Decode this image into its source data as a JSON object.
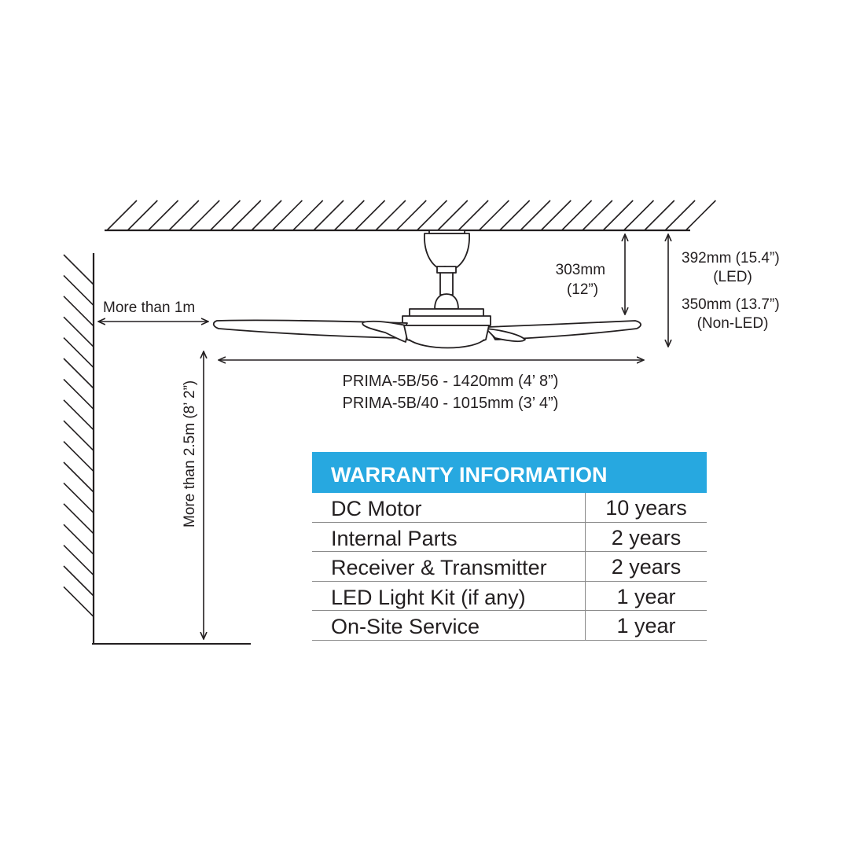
{
  "diagram": {
    "wall_clearance": "More than 1m",
    "floor_clearance": "More than 2.5m (8’ 2”)",
    "downrod_height": {
      "line1": "303mm",
      "line2": "(12”)"
    },
    "overall_height_led": {
      "line1": "392mm (15.4”)",
      "line2": "(LED)"
    },
    "overall_height_non_led": {
      "line1": "350mm (13.7”)",
      "line2": "(Non-LED)"
    },
    "sweep": [
      "PRIMA-5B/56 - 1420mm (4’ 8”)",
      "PRIMA-5B/40 - 1015mm (3’ 4”)"
    ],
    "line_color": "#231f20"
  },
  "warranty": {
    "title": "WARRANTY INFORMATION",
    "header_color": "#27a8e0",
    "rows": [
      {
        "item": "DC Motor",
        "period": "10 years"
      },
      {
        "item": "Internal Parts",
        "period": "2 years"
      },
      {
        "item": "Receiver & Transmitter",
        "period": "2 years"
      },
      {
        "item": "LED Light Kit (if any)",
        "period": "1 year"
      },
      {
        "item": "On-Site Service",
        "period": "1 year"
      }
    ]
  }
}
